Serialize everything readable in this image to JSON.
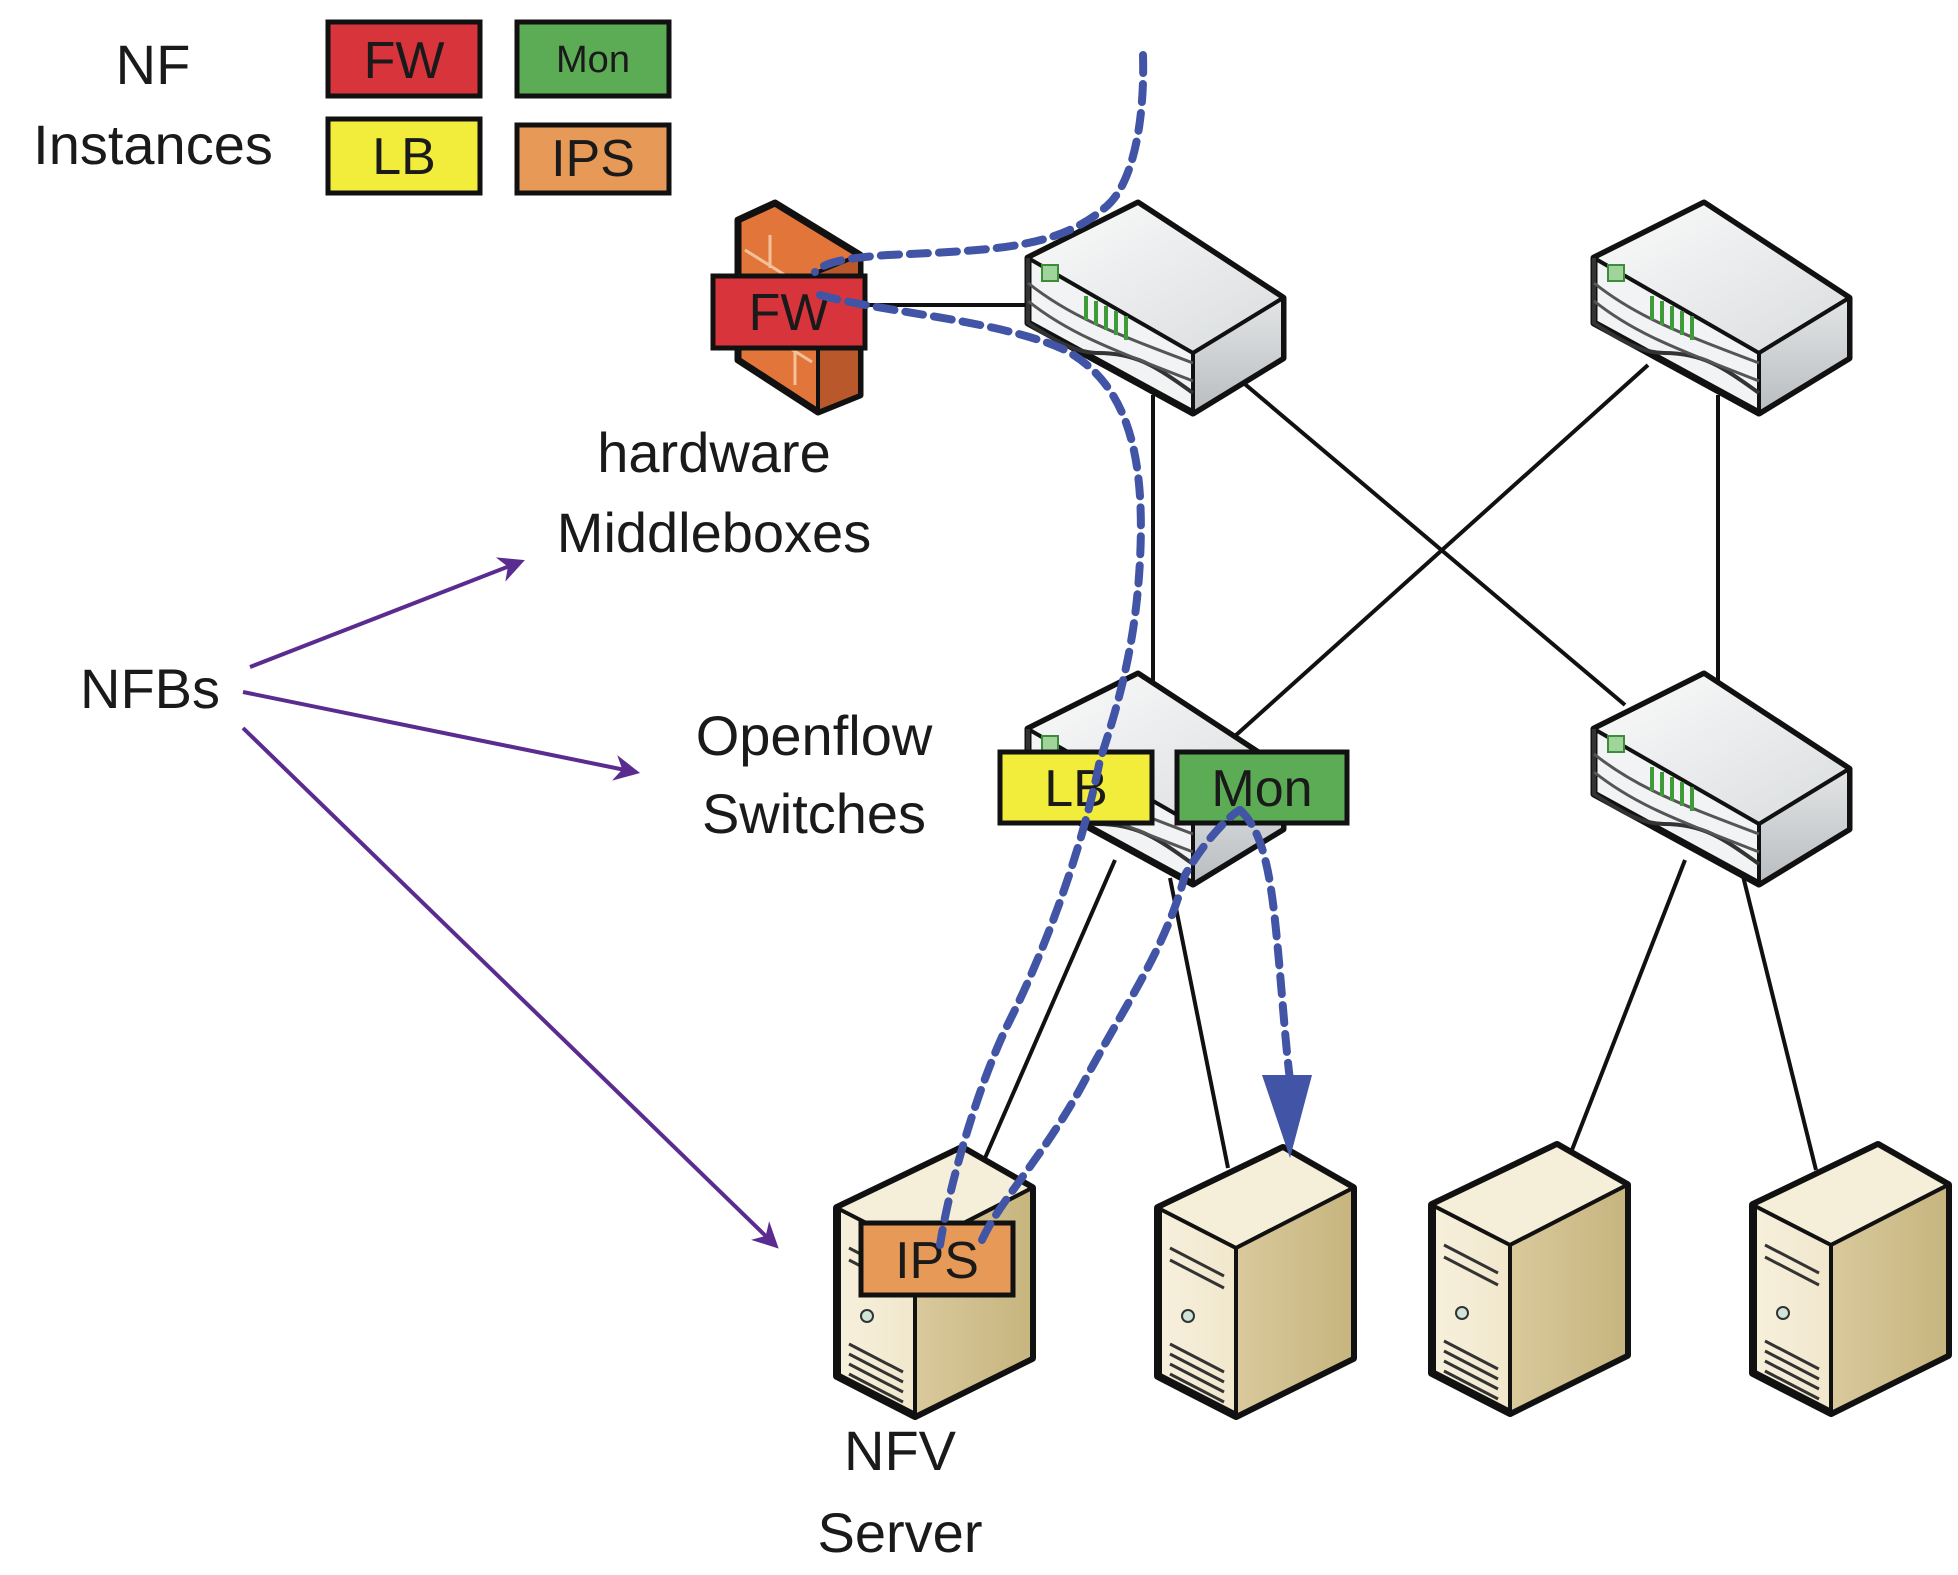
{
  "legend": {
    "title_line1": "NF",
    "title_line2": "Instances",
    "items": [
      {
        "label": "FW",
        "color": "#d8343b"
      },
      {
        "label": "Mon",
        "color": "#5cab55"
      },
      {
        "label": "LB",
        "color": "#f2ec3a"
      },
      {
        "label": "IPS",
        "color": "#e79a57"
      }
    ]
  },
  "labels": {
    "hardware_line1": "hardware",
    "hardware_line2": "Middleboxes",
    "openflow_line1": "Openflow",
    "openflow_line2": "Switches",
    "nfbs": "NFBs",
    "nfv_line1": "NFV",
    "nfv_line2": "Server"
  },
  "instances": {
    "fw": "FW",
    "lb": "LB",
    "mon": "Mon",
    "ips": "IPS"
  },
  "colors": {
    "flow": "#4154a6",
    "annotation_arrow": "#5b2c8f",
    "link": "#111111",
    "firewall_brick": "#e2763a",
    "switch_body": "#e9ebec",
    "server_body": "#efe6cc"
  },
  "icons": [
    "firewall-icon",
    "switch-icon",
    "server-icon"
  ]
}
